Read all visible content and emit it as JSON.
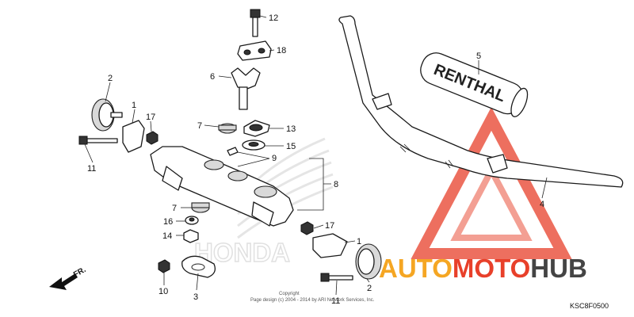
{
  "diagram": {
    "code": "KSC8F0500",
    "copyright_line1": "Copyright",
    "copyright_line2": "Page design (c) 2004 - 2014 by ARI Network Services, Inc.",
    "direction_label": "FR.",
    "watermark_brand": "HONDA",
    "grip_brand": "RENTHAL",
    "logo": {
      "part1": "AUTO",
      "part2": "MOTO",
      "part3": "HUB"
    },
    "colors": {
      "logo_orange": "#f5a623",
      "logo_red": "#e8402a",
      "logo_dark": "#444444",
      "watermark_grey": "#cfcfcf"
    },
    "labels": {
      "p1a": "1",
      "p1b": "1",
      "p2a": "2",
      "p2b": "2",
      "p3": "3",
      "p4": "4",
      "p5": "5",
      "p6": "6",
      "p7a": "7",
      "p7b": "7",
      "p8": "8",
      "p9": "9",
      "p10": "10",
      "p11a": "11",
      "p11b": "11",
      "p12": "12",
      "p13": "13",
      "p14": "14",
      "p15": "15",
      "p16": "16",
      "p17a": "17",
      "p17b": "17",
      "p18": "18"
    }
  }
}
